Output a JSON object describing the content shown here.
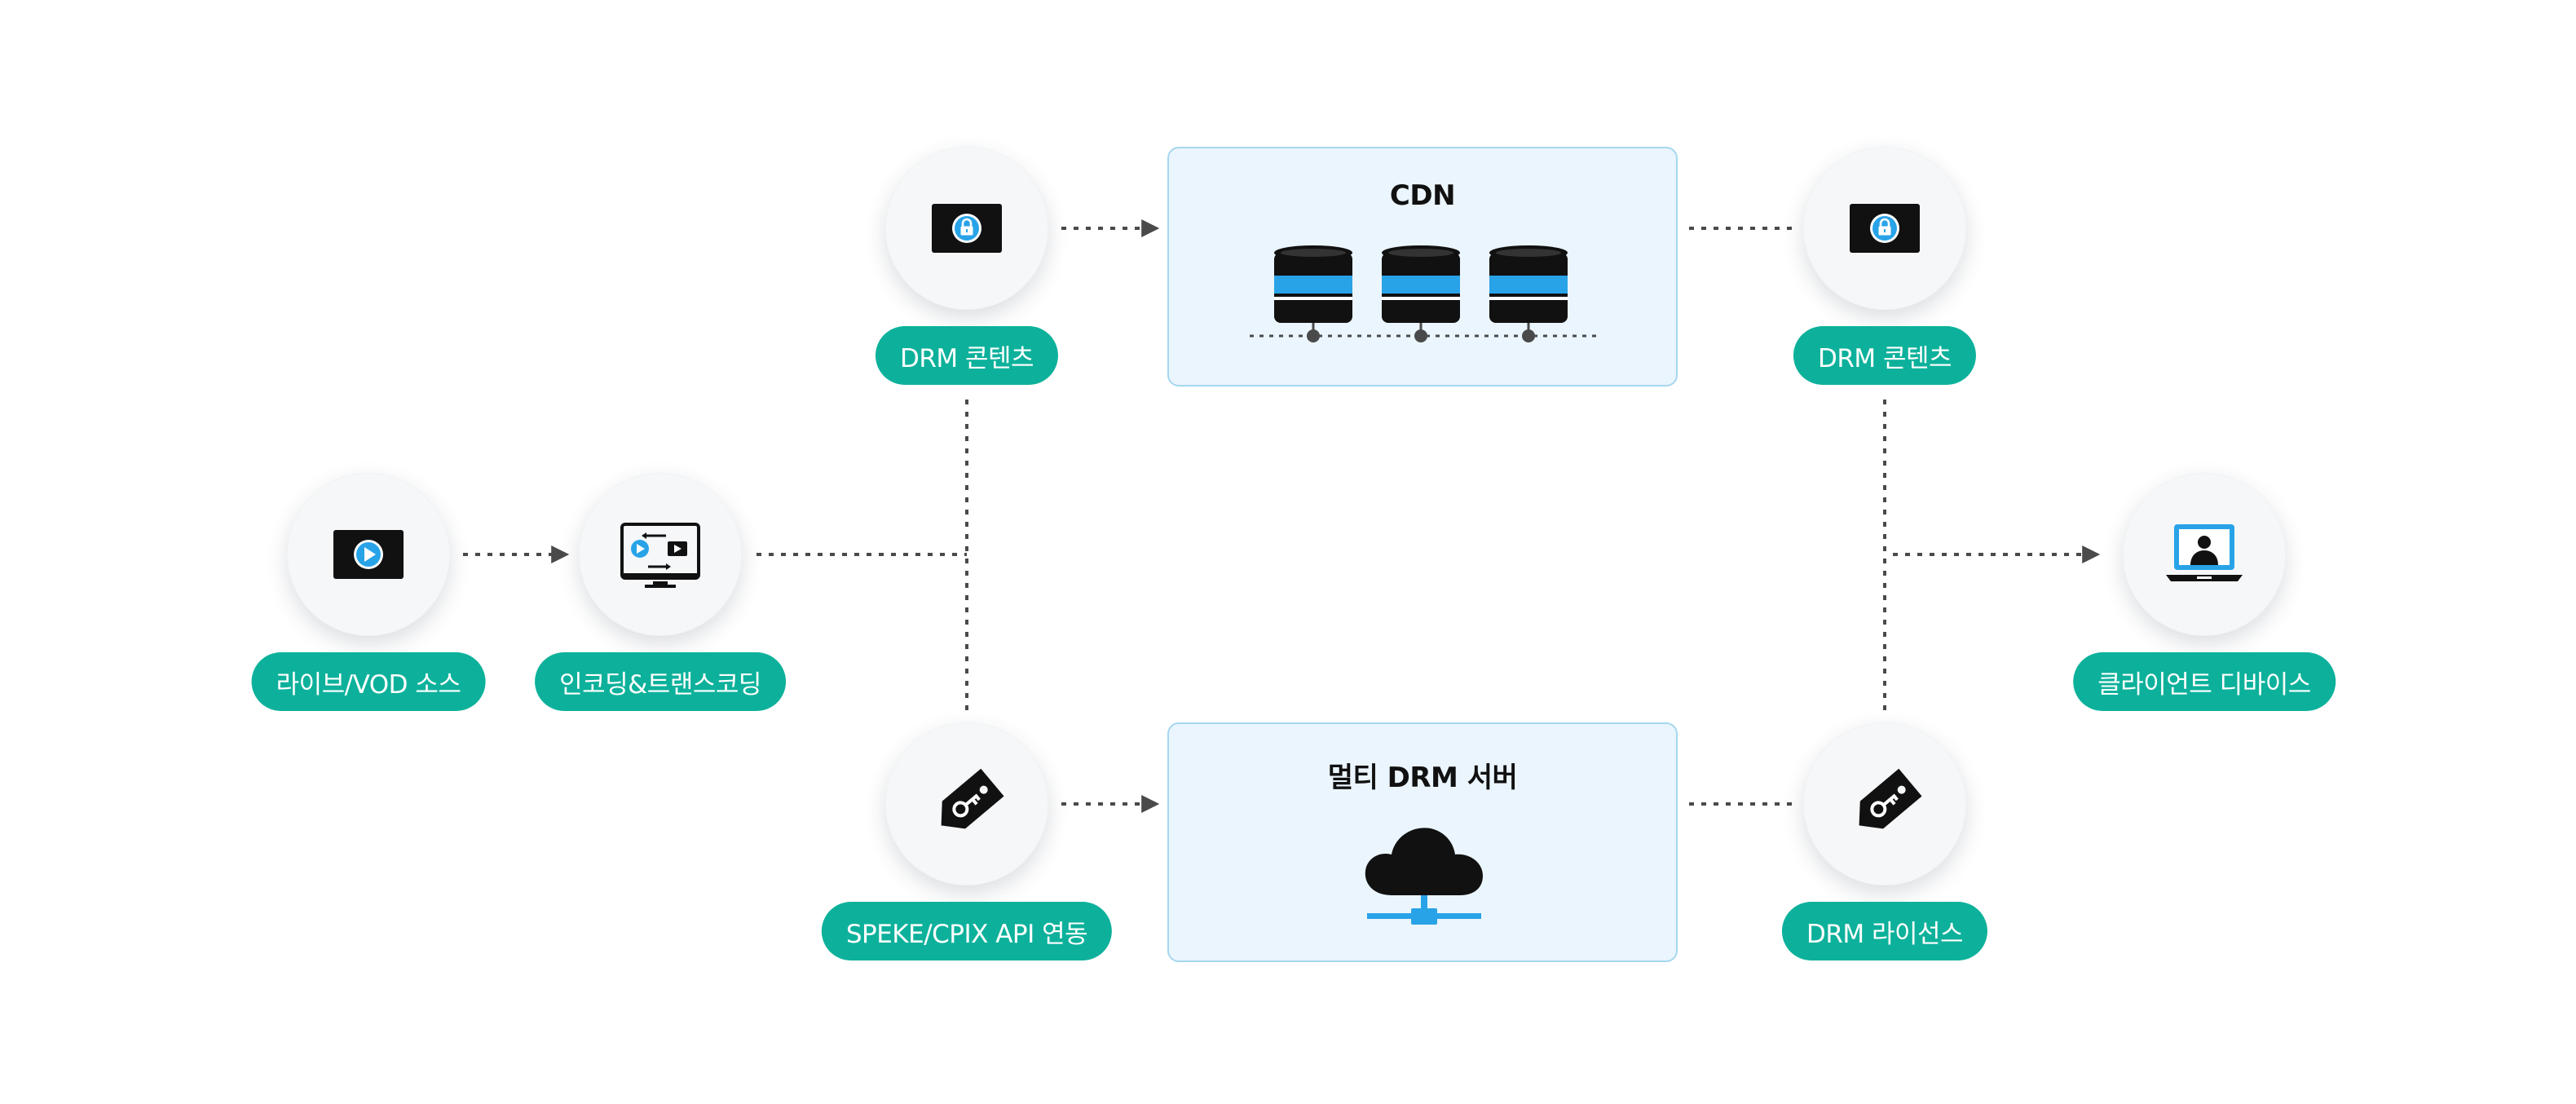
{
  "diagram": {
    "colors": {
      "pill_bg": "#0db19b",
      "panel_bg": "#ebf5fd",
      "panel_border": "#a5d7f1",
      "accent_blue": "#29a3e8",
      "connector": "#4a4a4a"
    },
    "nodes": [
      {
        "id": "live-vod-source",
        "label": "라이브/VOD 소스",
        "icon": "play-screen-icon"
      },
      {
        "id": "encoding-transcoding",
        "label": "인코딩&트랜스코딩",
        "icon": "transcode-monitor-icon"
      },
      {
        "id": "drm-content-in",
        "label": "DRM 콘텐츠",
        "icon": "locked-screen-icon"
      },
      {
        "id": "speke-cpix",
        "label": "SPEKE/CPIX API 연동",
        "icon": "key-tag-icon"
      },
      {
        "id": "drm-content-out",
        "label": "DRM 콘텐츠",
        "icon": "locked-screen-icon"
      },
      {
        "id": "drm-license",
        "label": "DRM 라이선스",
        "icon": "key-tag-icon"
      },
      {
        "id": "client-device",
        "label": "클라이언트 디바이스",
        "icon": "laptop-user-icon"
      }
    ],
    "panels": [
      {
        "id": "cdn",
        "title": "CDN",
        "icon": "database-servers-icon"
      },
      {
        "id": "multi-drm-server",
        "title": "멀티 DRM 서버",
        "icon": "cloud-network-icon"
      }
    ]
  }
}
